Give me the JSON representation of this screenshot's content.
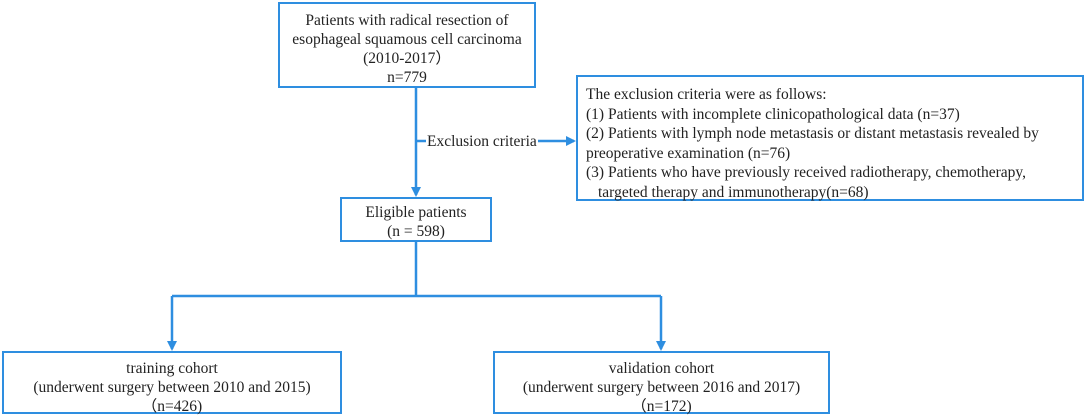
{
  "top_box": {
    "lines": [
      "Patients with radical resection of",
      "esophageal squamous cell carcinoma",
      "(2010-2017）",
      "n=779"
    ]
  },
  "exclusion_label": "Exclusion criteria",
  "exclusion_box": {
    "title": "The exclusion criteria were as follows:",
    "items": [
      "(1) Patients with incomplete clinicopathological data (n=37)",
      "(2) Patients with lymph node metastasis or distant metastasis revealed by",
      "preoperative examination (n=76)",
      "(3) Patients who have previously received radiotherapy, chemotherapy,",
      "targeted therapy and immunotherapy(n=68)"
    ]
  },
  "eligible_box": {
    "title": "Eligible patients",
    "count": "(n = 598)"
  },
  "training_box": {
    "title": "training cohort",
    "subtitle": "(underwent surgery between 2010 and 2015)",
    "count": "（n=426)"
  },
  "validation_box": {
    "title": "validation cohort",
    "subtitle": "(underwent surgery between 2016 and 2017)",
    "count": "（n=172)"
  },
  "colors": {
    "box_border": "#2e8ee0",
    "arrow": "#2e8ee0",
    "text": "#222222"
  }
}
